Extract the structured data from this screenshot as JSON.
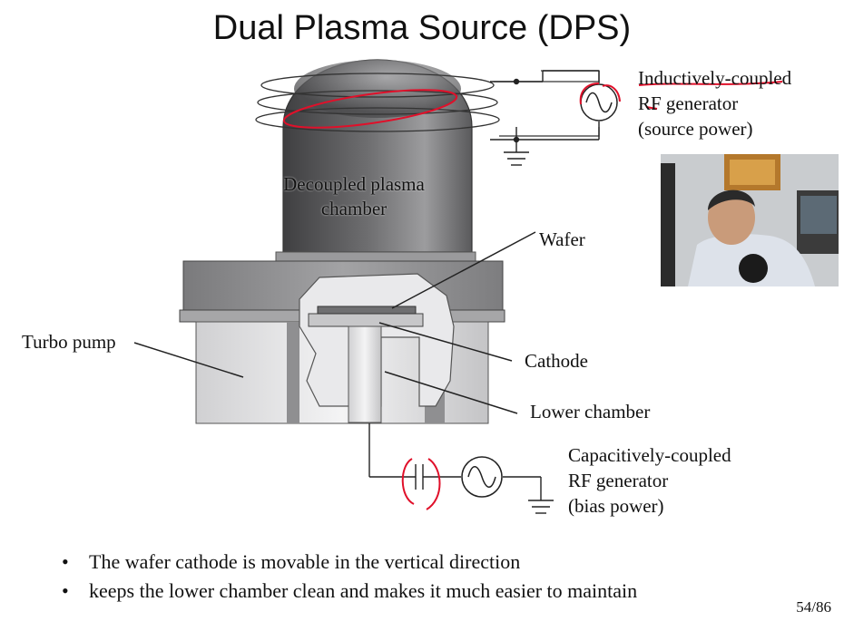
{
  "slide": {
    "title": "Dual Plasma Source (DPS)",
    "page_number": "54/86"
  },
  "labels": {
    "icp_generator": [
      "Inductively-coupled",
      "RF generator",
      "(source power)"
    ],
    "chamber": [
      "Decoupled plasma",
      "chamber"
    ],
    "wafer": "Wafer",
    "turbo_pump": "Turbo pump",
    "cathode": "Cathode",
    "lower_chamber": "Lower chamber",
    "ccp_generator": [
      "Capacitively-coupled",
      "RF generator",
      "(bias power)"
    ]
  },
  "bullets": [
    "The wafer cathode is movable in the vertical direction",
    "keeps the lower chamber clean and makes it much easier to maintain"
  ],
  "colors": {
    "chamber_dark": "#4a4a4c",
    "chamber_light": "#b9b9bb",
    "body_gray": "#8d8d8f",
    "annotation_red": "#e0102a"
  }
}
